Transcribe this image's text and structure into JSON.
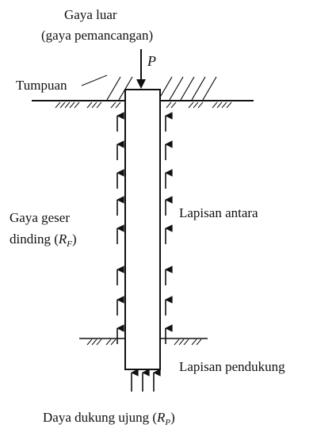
{
  "labels": {
    "external_force_line1": "Gaya luar",
    "external_force_line2": "(gaya pemancangan)",
    "load_symbol": "P",
    "support": "Tumpuan",
    "skin_friction_line1": "Gaya geser",
    "skin_friction_line2_text": "dinding (",
    "skin_friction_symbol": "R",
    "skin_friction_subscript": "F",
    "skin_friction_close": ")",
    "intermediate_layer": "Lapisan antara",
    "bearing_layer": "Lapisan pendukung",
    "end_bearing_text": "Daya dukung ujung (",
    "end_bearing_symbol": "R",
    "end_bearing_subscript": "P",
    "end_bearing_close": ")"
  }
}
